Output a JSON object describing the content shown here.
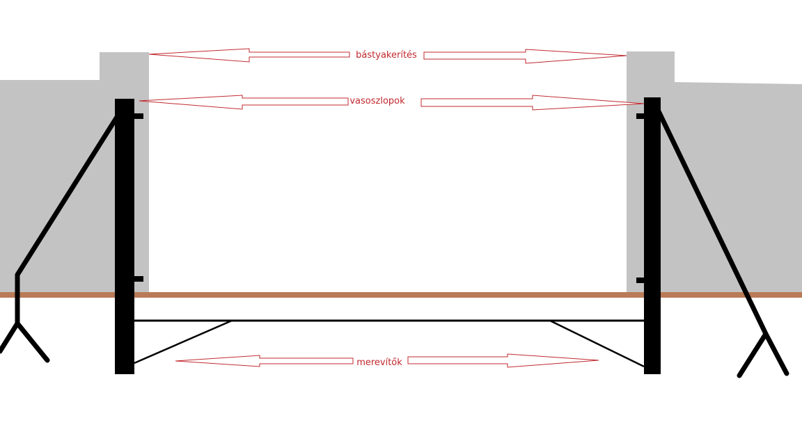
{
  "labels": {
    "wall": "bástyakerítés",
    "posts": "vasoszlopok",
    "braces": "merevítők"
  },
  "colors": {
    "wall": "#c3c3c3",
    "ground": "#b97a57",
    "steel": "#000000",
    "annotation": "#c0282d",
    "background": "#ffffff"
  }
}
